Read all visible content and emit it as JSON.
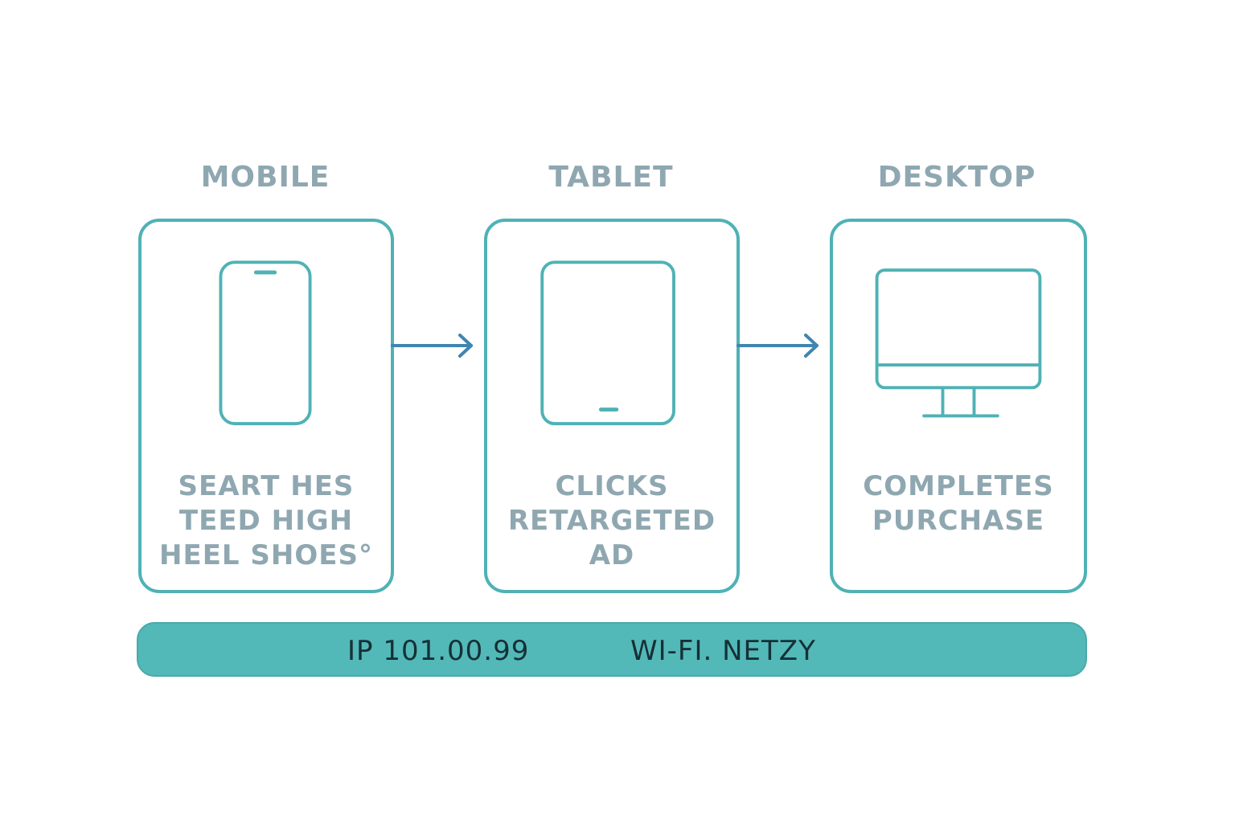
{
  "colors": {
    "card_border": "#4fb2b5",
    "heading_text": "#8fa7b1",
    "arrow": "#3f86b0",
    "network_bar": "#53b8b8",
    "network_text": "#163036"
  },
  "steps": [
    {
      "heading": "MOBILE",
      "icon": "smartphone-icon",
      "text": "SEART HES\nTEED HIGH\nHEEL SHOES°"
    },
    {
      "heading": "TABLET",
      "icon": "tablet-icon",
      "text": "CLICKS\nRETARGETED\nAD"
    },
    {
      "heading": "DESKTOP",
      "icon": "desktop-monitor-icon",
      "text": "COMPLETES\nPURCHASE"
    }
  ],
  "network": {
    "ip": "IP 101.00.99",
    "wifi": "WI-FI. NETZY"
  }
}
